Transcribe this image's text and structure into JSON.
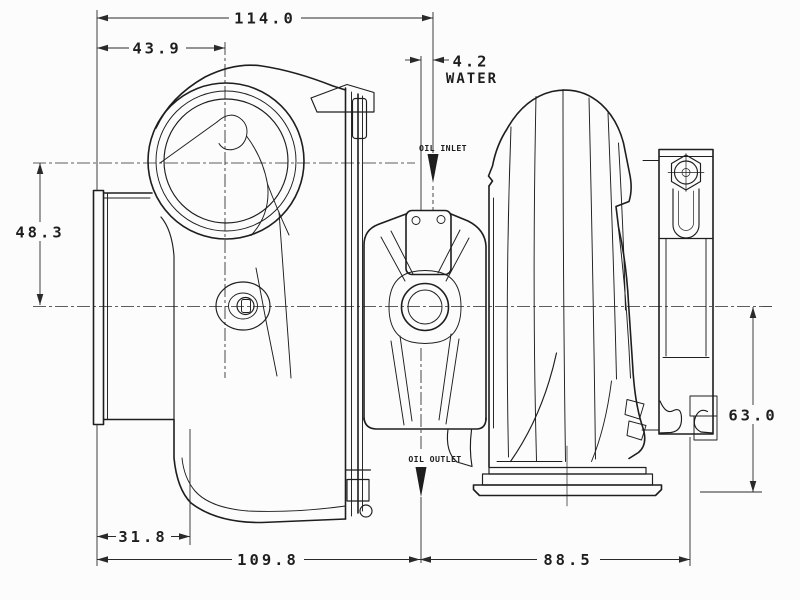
{
  "dimensions": {
    "overall_length": "114.0",
    "inlet_face_to_compressor_axis": "43.9",
    "water_port_offset": "4.2",
    "compressor_axis_drop": "48.3",
    "turbine_axis_to_outlet_flange": "63.0",
    "inlet_flange_depth": "31.8",
    "inlet_face_to_oil_outlet": "109.8",
    "oil_outlet_to_turbine_flange": "88.5"
  },
  "port_labels": {
    "water": "WATER",
    "oil_inlet": "OIL INLET",
    "oil_outlet": "OIL OUTLET"
  },
  "colors": {
    "background": "#fcfcfc",
    "line": "#1e1e1e",
    "dim_line": "#2a2a2a"
  }
}
